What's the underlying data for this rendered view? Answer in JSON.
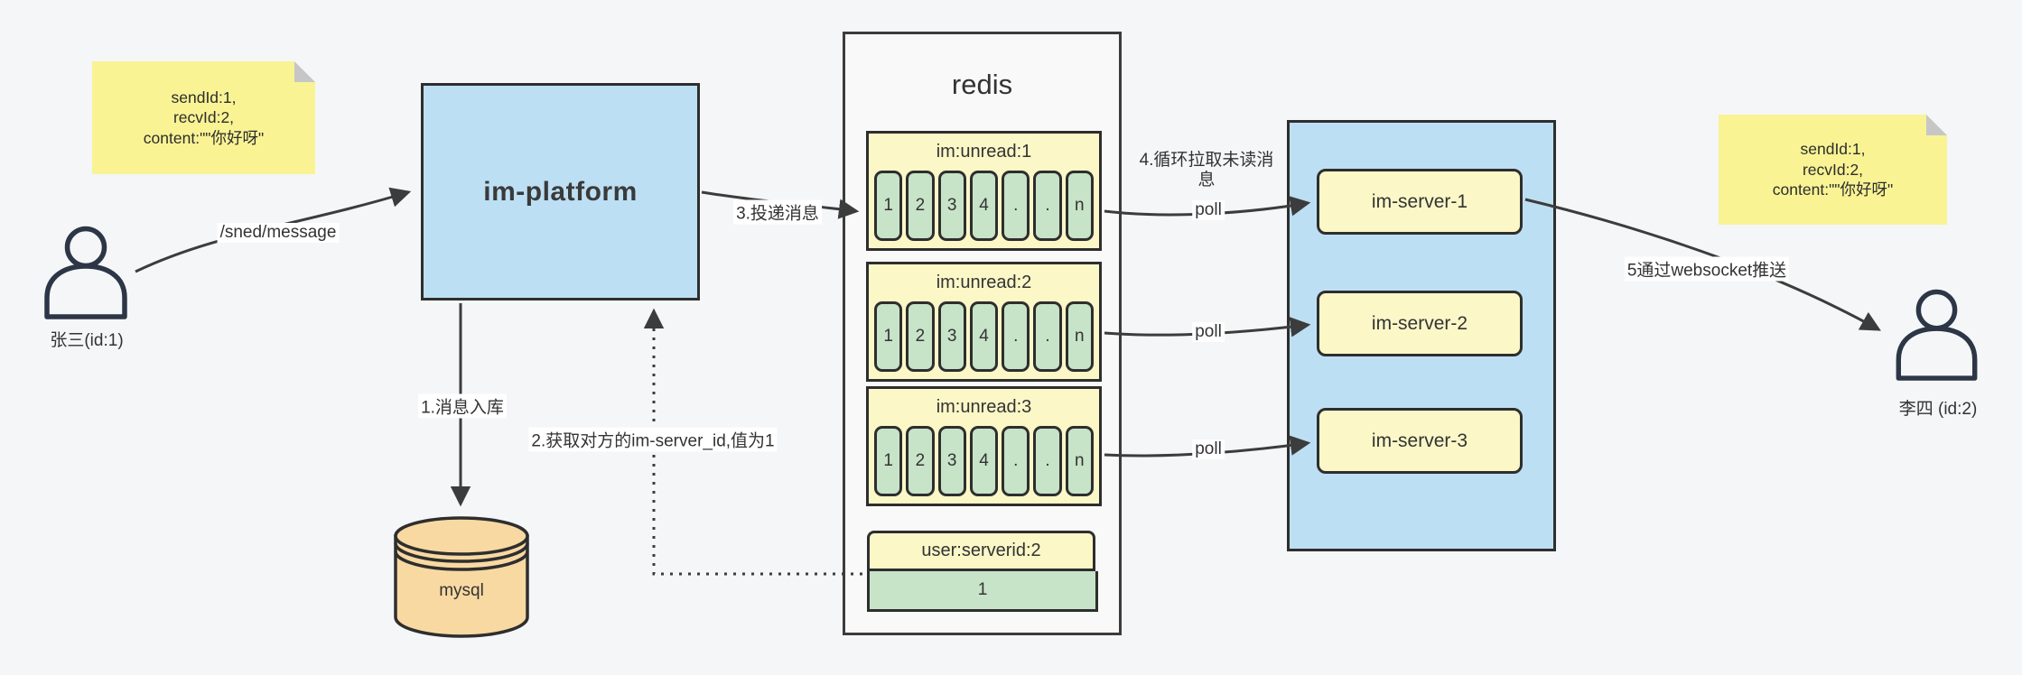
{
  "colors": {
    "background": "#f5f6f7",
    "node_blue": "#bddff4",
    "pale_yellow": "#fbf7c7",
    "cell_green": "#c7e3c8",
    "sticky_yellow": "#f9f394",
    "sticky_fold_gray": "#c6c6c6",
    "db_orange": "#f8d9a2",
    "border_dark": "#2e2e2e",
    "text": "#333333"
  },
  "sender": {
    "label": "张三(id:1)"
  },
  "receiver": {
    "label": "李四 (id:2)"
  },
  "sticky_note_left": {
    "line1": "sendId:1,",
    "line2": "recvId:2,",
    "line3": "content:\"\"你好呀\""
  },
  "sticky_note_right": {
    "line1": "sendId:1,",
    "line2": "recvId:2,",
    "line3": "content:\"\"你好呀\""
  },
  "platform": {
    "label": "im-platform"
  },
  "database": {
    "label": "mysql"
  },
  "redis": {
    "title": "redis",
    "queues": [
      {
        "name": "im:unread:1",
        "cells": [
          "1",
          "2",
          "3",
          "4",
          ".",
          ".",
          "n"
        ]
      },
      {
        "name": "im:unread:2",
        "cells": [
          "1",
          "2",
          "3",
          "4",
          ".",
          ".",
          "n"
        ]
      },
      {
        "name": "im:unread:3",
        "cells": [
          "1",
          "2",
          "3",
          "4",
          ".",
          ".",
          "n"
        ]
      }
    ],
    "mapping": {
      "name": "user:serverid:2",
      "value": "1"
    }
  },
  "server_cluster": {
    "servers": [
      {
        "label": "im-server-1"
      },
      {
        "label": "im-server-2"
      },
      {
        "label": "im-server-3"
      }
    ]
  },
  "edge_labels": {
    "send": "/sned/message",
    "step1": "1.消息入库",
    "step2": "2.获取对方的im-server_id,值为1",
    "step3": "3.投递消息",
    "step4": "4.循环拉取未读消息",
    "poll1": "poll",
    "poll2": "poll",
    "poll3": "poll",
    "step5": "5通过websocket推送"
  }
}
